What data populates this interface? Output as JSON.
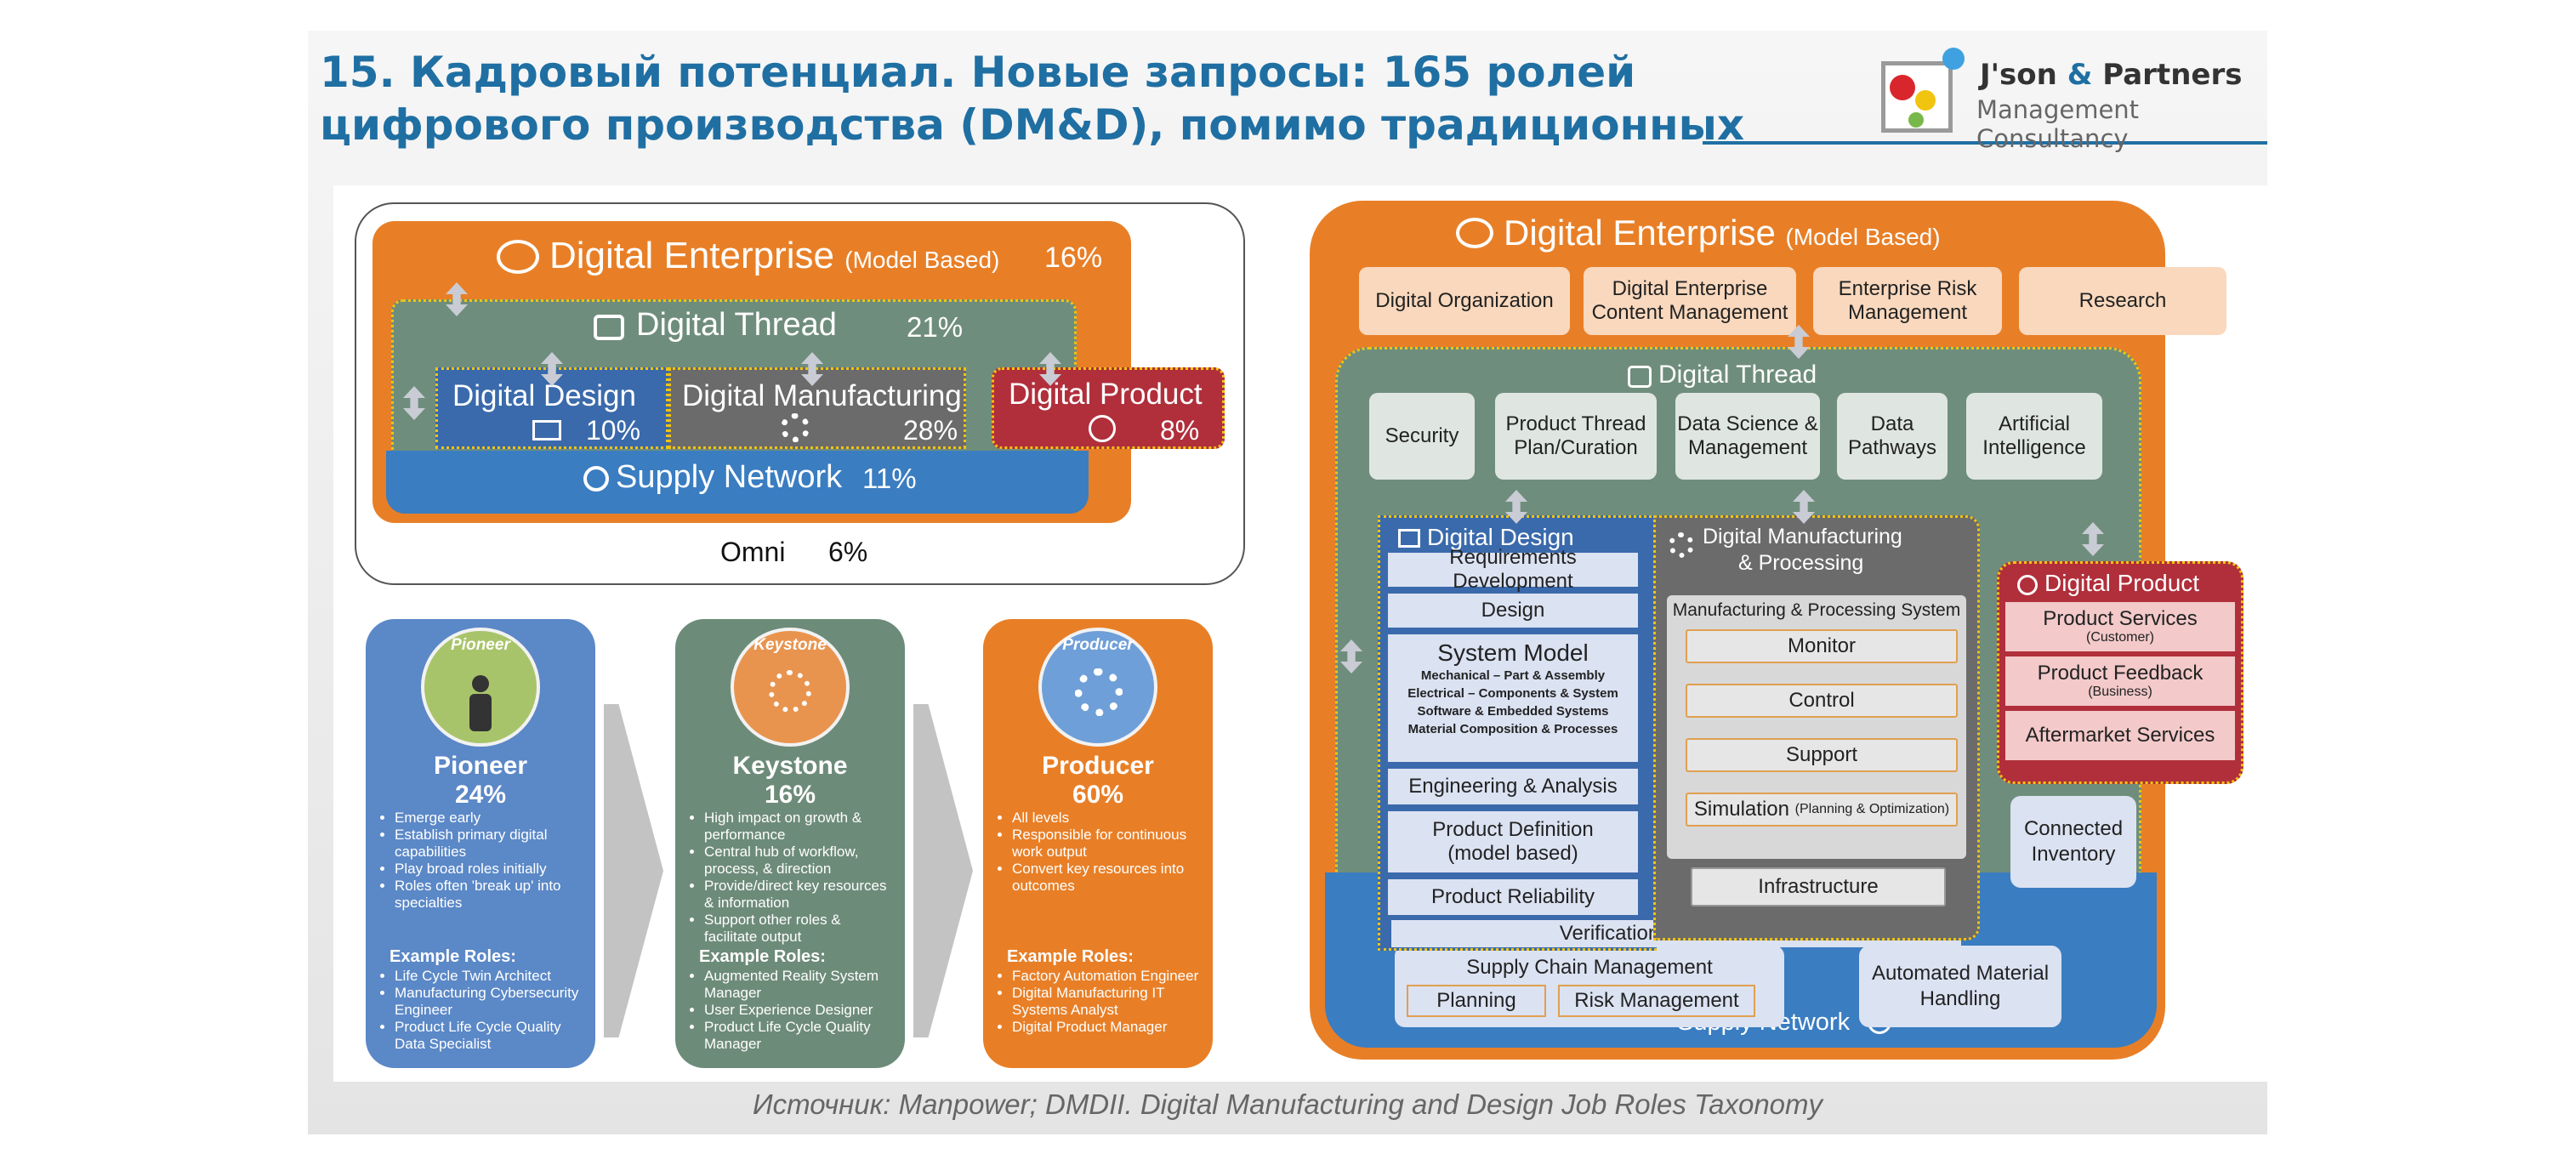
{
  "header": {
    "title_line1": "15. Кадровый потенциал. Новые запросы: 165 ролей",
    "title_line2": "цифрового производства (DM&D), помимо традиционных",
    "brand_name_a": "J'son",
    "brand_amp": "&",
    "brand_name_b": "Partners",
    "brand_sub": "Management Consultancy"
  },
  "left_diagram": {
    "digital_enterprise": {
      "label": "Digital Enterprise",
      "sub": "(Model Based)",
      "pct": "16%"
    },
    "digital_thread": {
      "label": "Digital Thread",
      "pct": "21%"
    },
    "digital_design": {
      "label": "Digital Design",
      "pct": "10%"
    },
    "digital_manufacturing": {
      "label": "Digital Manufacturing",
      "pct": "28%"
    },
    "digital_product": {
      "label": "Digital Product",
      "pct": "8%"
    },
    "supply_network": {
      "label": "Supply Network",
      "pct": "11%"
    },
    "omni": {
      "label": "Omni",
      "pct": "6%"
    }
  },
  "cards": [
    {
      "badge": "Pioneer",
      "title": "Pioneer",
      "pct": "24%",
      "color": "#5b88c7",
      "bullets": [
        "Emerge early",
        "Establish primary digital capabilities",
        "Play broad roles initially",
        "Roles often 'break up' into specialties"
      ],
      "roles_heading": "Example Roles:",
      "roles": [
        "Life Cycle Twin Architect",
        "Manufacturing Cybersecurity Engineer",
        "Product Life Cycle Quality Data Specialist"
      ]
    },
    {
      "badge": "Keystone",
      "title": "Keystone",
      "pct": "16%",
      "color": "#6d8b79",
      "bullets": [
        "High impact on growth & performance",
        "Central hub of workflow, process, & direction",
        "Provide/direct key resources & information",
        "Support other roles & facilitate output"
      ],
      "roles_heading": "Example Roles:",
      "roles": [
        "Augmented Reality System Manager",
        "User Experience Designer",
        "Product Life Cycle Quality Manager"
      ]
    },
    {
      "badge": "Producer",
      "title": "Producer",
      "pct": "60%",
      "color": "#e87f27",
      "bullets": [
        "All levels",
        "Responsible for continuous work output",
        "Convert key resources into outcomes"
      ],
      "roles_heading": "Example Roles:",
      "roles": [
        "Factory Automation Engineer",
        "Digital Manufacturing IT Systems Analyst",
        "Digital Product Manager"
      ]
    }
  ],
  "right_diagram": {
    "digital_enterprise": {
      "label": "Digital Enterprise",
      "sub": "(Model Based)"
    },
    "enterprise_boxes": [
      "Digital Organization",
      "Digital Enterprise Content Management",
      "Enterprise Risk Management",
      "Research"
    ],
    "digital_thread": "Digital Thread",
    "thread_boxes": [
      "Security",
      "Product Thread Plan/Curation",
      "Data Science & Management",
      "Data Pathways",
      "Artificial Intelligence"
    ],
    "digital_design": {
      "label": "Digital Design",
      "items": [
        "Requirements Development",
        "Design"
      ],
      "system_model": "System Model",
      "system_model_lines": [
        "Mechanical – Part & Assembly",
        "Electrical – Components & System",
        "Software & Embedded Systems",
        "Material Composition & Processes"
      ],
      "items2": [
        "Engineering & Analysis",
        "Product Definition (model based)",
        "Product Reliability"
      ]
    },
    "verification": "Verification and Validation",
    "digital_manufacturing": {
      "label_line1": "Digital Manufacturing",
      "label_line2": "& Processing",
      "system_title": "Manufacturing & Processing System",
      "items": [
        "Monitor",
        "Control",
        "Support"
      ],
      "simulation": "Simulation",
      "simulation_note": "(Planning & Optimization)",
      "infrastructure": "Infrastructure"
    },
    "digital_product": {
      "label": "Digital Product",
      "items": [
        {
          "label": "Product Services",
          "sub": "(Customer)"
        },
        {
          "label": "Product Feedback",
          "sub": "(Business)"
        },
        {
          "label": "Aftermarket Services",
          "sub": ""
        }
      ]
    },
    "connected_inventory": "Connected Inventory",
    "supply_chain": {
      "label": "Supply Chain Management",
      "planning": "Planning",
      "risk": "Risk Management"
    },
    "automated_material": "Automated Material Handling",
    "supply_network": "Supply Network"
  },
  "footer": {
    "source": "Источник: Manpower; DMDII. Digital Manufacturing and Design Job Roles Taxonomy"
  },
  "colors": {
    "orange": "#e87f27",
    "sage": "#6f8d7c",
    "blue": "#3a7dc1",
    "navy": "#3a6aab",
    "gray": "#6b6b6b",
    "red": "#b02f3b",
    "title_blue": "#1f6fa3"
  }
}
